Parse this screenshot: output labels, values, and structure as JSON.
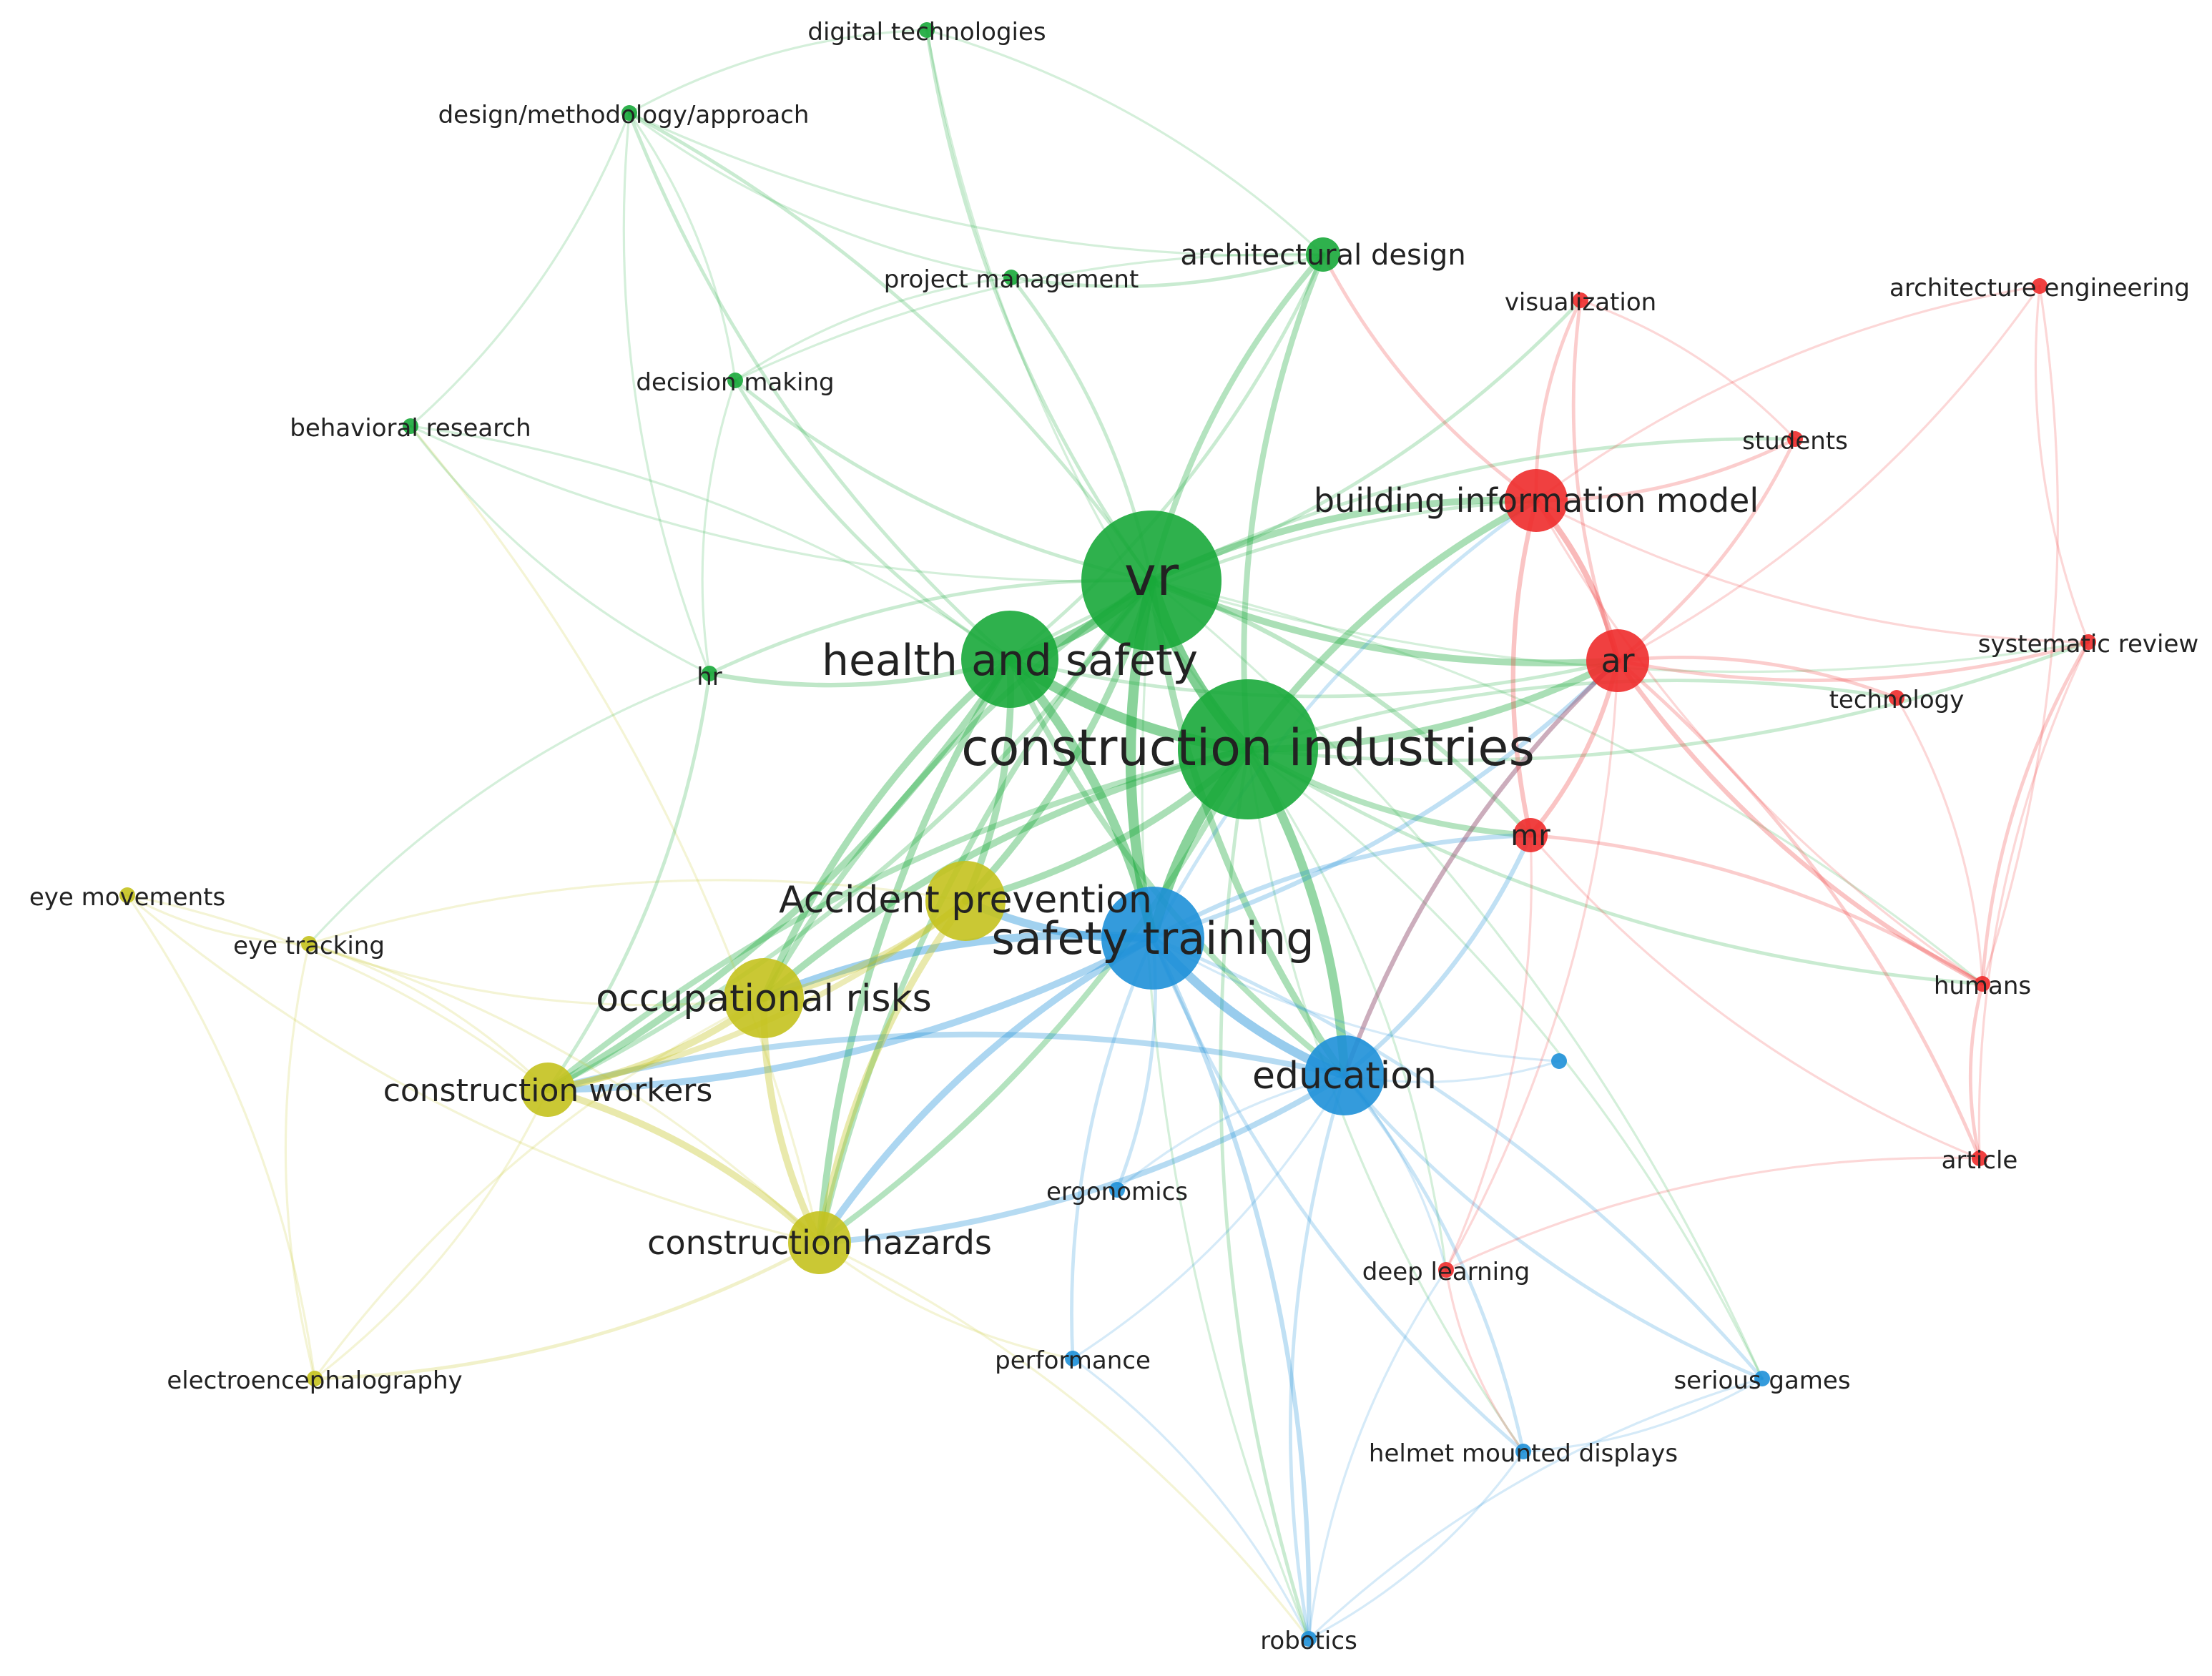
{
  "clusters": {
    "green": "#18a83a",
    "red": "#ee2b2b",
    "blue": "#1e90d8",
    "yellow": "#c4c21e"
  },
  "nodes": [
    {
      "id": "vr",
      "label": "vr",
      "cluster": "green",
      "weight": 10
    },
    {
      "id": "health-and-safety",
      "label": "health and safety",
      "cluster": "green",
      "weight": 7
    },
    {
      "id": "construction-industries",
      "label": "construction industries",
      "cluster": "green",
      "weight": 10
    },
    {
      "id": "hr",
      "label": "hr",
      "cluster": "green",
      "weight": 1
    },
    {
      "id": "digital-technologies",
      "label": "digital technologies",
      "cluster": "green",
      "weight": 1
    },
    {
      "id": "design-methodology-approach",
      "label": "design/methodology/approach",
      "cluster": "green",
      "weight": 1
    },
    {
      "id": "project-management",
      "label": "project management",
      "cluster": "green",
      "weight": 1
    },
    {
      "id": "architectural-design",
      "label": "architectural design",
      "cluster": "green",
      "weight": 2
    },
    {
      "id": "decision-making",
      "label": "decision making",
      "cluster": "green",
      "weight": 1
    },
    {
      "id": "behavioral-research",
      "label": "behavioral research",
      "cluster": "green",
      "weight": 1
    },
    {
      "id": "building-information-model",
      "label": "building information model",
      "cluster": "red",
      "weight": 4
    },
    {
      "id": "ar",
      "label": "ar",
      "cluster": "red",
      "weight": 4
    },
    {
      "id": "mr",
      "label": "mr",
      "cluster": "red",
      "weight": 2
    },
    {
      "id": "visualization",
      "label": "visualization",
      "cluster": "red",
      "weight": 1
    },
    {
      "id": "architecture-engineering",
      "label": "architecture engineering",
      "cluster": "red",
      "weight": 1
    },
    {
      "id": "students",
      "label": "students",
      "cluster": "red",
      "weight": 1
    },
    {
      "id": "systematic-review",
      "label": "systematic review",
      "cluster": "red",
      "weight": 1
    },
    {
      "id": "technology",
      "label": "technology",
      "cluster": "red",
      "weight": 1
    },
    {
      "id": "humans",
      "label": "humans",
      "cluster": "red",
      "weight": 1
    },
    {
      "id": "article",
      "label": "article",
      "cluster": "red",
      "weight": 1
    },
    {
      "id": "deep-learning",
      "label": "deep learning",
      "cluster": "red",
      "weight": 1
    },
    {
      "id": "safety-training",
      "label": "safety training",
      "cluster": "blue",
      "weight": 9
    },
    {
      "id": "education",
      "label": "education",
      "cluster": "blue",
      "weight": 5
    },
    {
      "id": "ergonomics",
      "label": "ergonomics",
      "cluster": "blue",
      "weight": 1
    },
    {
      "id": "performance",
      "label": "performance",
      "cluster": "blue",
      "weight": 1
    },
    {
      "id": "serious-games",
      "label": "serious games",
      "cluster": "blue",
      "weight": 1
    },
    {
      "id": "helmet-mounted-displays",
      "label": "helmet mounted displays",
      "cluster": "blue",
      "weight": 1
    },
    {
      "id": "robotics",
      "label": "robotics",
      "cluster": "blue",
      "weight": 1
    },
    {
      "id": "blue-unlabeled",
      "label": "",
      "cluster": "blue",
      "weight": 1
    },
    {
      "id": "accident-prevention",
      "label": "Accident prevention",
      "cluster": "yellow",
      "weight": 5
    },
    {
      "id": "occupational-risks",
      "label": "occupational risks",
      "cluster": "yellow",
      "weight": 5
    },
    {
      "id": "construction-workers",
      "label": "construction workers",
      "cluster": "yellow",
      "weight": 3
    },
    {
      "id": "construction-hazards",
      "label": "construction hazards",
      "cluster": "yellow",
      "weight": 4
    },
    {
      "id": "eye-movements",
      "label": "eye movements",
      "cluster": "yellow",
      "weight": 1
    },
    {
      "id": "eye-tracking",
      "label": "eye tracking",
      "cluster": "yellow",
      "weight": 1
    },
    {
      "id": "electroencephalography",
      "label": "electroencephalography",
      "cluster": "yellow",
      "weight": 1
    }
  ],
  "edges": [
    [
      "vr",
      "construction-industries",
      10
    ],
    [
      "vr",
      "health-and-safety",
      9
    ],
    [
      "vr",
      "safety-training",
      9
    ],
    [
      "vr",
      "building-information-model",
      6
    ],
    [
      "vr",
      "ar",
      6
    ],
    [
      "vr",
      "architectural-design",
      5
    ],
    [
      "vr",
      "education",
      6
    ],
    [
      "vr",
      "accident-prevention",
      6
    ],
    [
      "vr",
      "occupational-risks",
      5
    ],
    [
      "vr",
      "construction-workers",
      4
    ],
    [
      "vr",
      "construction-hazards",
      5
    ],
    [
      "vr",
      "mr",
      4
    ],
    [
      "vr",
      "project-management",
      3
    ],
    [
      "vr",
      "decision-making",
      3
    ],
    [
      "vr",
      "design-methodology-approach",
      3
    ],
    [
      "vr",
      "digital-technologies",
      3
    ],
    [
      "vr",
      "hr",
      3
    ],
    [
      "vr",
      "behavioral-research",
      2
    ],
    [
      "vr",
      "visualization",
      3
    ],
    [
      "vr",
      "students",
      3
    ],
    [
      "vr",
      "systematic-review",
      2
    ],
    [
      "vr",
      "humans",
      2
    ],
    [
      "vr",
      "robotics",
      2
    ],
    [
      "vr",
      "serious-games",
      2
    ],
    [
      "health-and-safety",
      "construction-industries",
      9
    ],
    [
      "health-and-safety",
      "safety-training",
      8
    ],
    [
      "health-and-safety",
      "occupational-risks",
      6
    ],
    [
      "health-and-safety",
      "construction-workers",
      6
    ],
    [
      "health-and-safety",
      "construction-hazards",
      6
    ],
    [
      "health-and-safety",
      "accident-prevention",
      6
    ],
    [
      "health-and-safety",
      "education",
      5
    ],
    [
      "health-and-safety",
      "hr",
      4
    ],
    [
      "health-and-safety",
      "architectural-design",
      3
    ],
    [
      "health-and-safety",
      "decision-making",
      3
    ],
    [
      "health-and-safety",
      "behavioral-research",
      2
    ],
    [
      "health-and-safety",
      "design-methodology-approach",
      3
    ],
    [
      "health-and-safety",
      "ar",
      3
    ],
    [
      "health-and-safety",
      "building-information-model",
      3
    ],
    [
      "construction-industries",
      "safety-training",
      9
    ],
    [
      "construction-industries",
      "education",
      8
    ],
    [
      "construction-industries",
      "ar",
      6
    ],
    [
      "construction-industries",
      "building-information-model",
      6
    ],
    [
      "construction-industries",
      "mr",
      5
    ],
    [
      "construction-industries",
      "accident-prevention",
      6
    ],
    [
      "construction-industries",
      "occupational-risks",
      6
    ],
    [
      "construction-industries",
      "construction-hazards",
      5
    ],
    [
      "construction-industries",
      "construction-workers",
      5
    ],
    [
      "construction-industries",
      "architectural-design",
      5
    ],
    [
      "construction-industries",
      "humans",
      3
    ],
    [
      "construction-industries",
      "technology",
      3
    ],
    [
      "construction-industries",
      "systematic-review",
      3
    ],
    [
      "construction-industries",
      "deep-learning",
      2
    ],
    [
      "construction-industries",
      "helmet-mounted-displays",
      2
    ],
    [
      "construction-industries",
      "serious-games",
      2
    ],
    [
      "construction-industries",
      "robotics",
      3
    ],
    [
      "construction-industries",
      "digital-technologies",
      2
    ],
    [
      "safety-training",
      "education",
      8
    ],
    [
      "safety-training",
      "accident-prevention",
      7
    ],
    [
      "safety-training",
      "occupational-risks",
      7
    ],
    [
      "safety-training",
      "construction-workers",
      6
    ],
    [
      "safety-training",
      "construction-hazards",
      6
    ],
    [
      "safety-training",
      "mr",
      4
    ],
    [
      "safety-training",
      "ar",
      4
    ],
    [
      "safety-training",
      "ergonomics",
      3
    ],
    [
      "safety-training",
      "performance",
      3
    ],
    [
      "safety-training",
      "robotics",
      4
    ],
    [
      "safety-training",
      "helmet-mounted-displays",
      3
    ],
    [
      "safety-training",
      "serious-games",
      3
    ],
    [
      "safety-training",
      "blue-unlabeled",
      2
    ],
    [
      "safety-training",
      "building-information-model",
      3
    ],
    [
      "education",
      "construction-workers",
      5
    ],
    [
      "education",
      "construction-hazards",
      5
    ],
    [
      "education",
      "mr",
      4
    ],
    [
      "education",
      "ar",
      4
    ],
    [
      "education",
      "serious-games",
      3
    ],
    [
      "education",
      "helmet-mounted-displays",
      3
    ],
    [
      "education",
      "robotics",
      3
    ],
    [
      "education",
      "deep-learning",
      2
    ],
    [
      "education",
      "ergonomics",
      2
    ],
    [
      "education",
      "performance",
      2
    ],
    [
      "education",
      "blue-unlabeled",
      2
    ],
    [
      "accident-prevention",
      "occupational-risks",
      6
    ],
    [
      "accident-prevention",
      "construction-hazards",
      6
    ],
    [
      "accident-prevention",
      "construction-workers",
      5
    ],
    [
      "accident-prevention",
      "eye-tracking",
      2
    ],
    [
      "occupational-risks",
      "construction-workers",
      6
    ],
    [
      "occupational-risks",
      "construction-hazards",
      6
    ],
    [
      "occupational-risks",
      "eye-tracking",
      2
    ],
    [
      "occupational-risks",
      "electroencephalography",
      2
    ],
    [
      "construction-workers",
      "construction-hazards",
      6
    ],
    [
      "construction-workers",
      "eye-movements",
      2
    ],
    [
      "construction-workers",
      "electroencephalography",
      2
    ],
    [
      "construction-workers",
      "eye-tracking",
      2
    ],
    [
      "construction-hazards",
      "electroencephalography",
      3
    ],
    [
      "construction-hazards",
      "eye-tracking",
      2
    ],
    [
      "construction-hazards",
      "robotics",
      2
    ],
    [
      "construction-hazards",
      "performance",
      2
    ],
    [
      "construction-hazards",
      "eye-movements",
      2
    ],
    [
      "construction-hazards",
      "behavioral-research",
      2
    ],
    [
      "building-information-model",
      "ar",
      5
    ],
    [
      "building-information-model",
      "mr",
      4
    ],
    [
      "building-information-model",
      "visualization",
      3
    ],
    [
      "building-information-model",
      "students",
      3
    ],
    [
      "building-information-model",
      "architecture-engineering",
      2
    ],
    [
      "building-information-model",
      "systematic-review",
      2
    ],
    [
      "building-information-model",
      "architectural-design",
      3
    ],
    [
      "building-information-model",
      "humans",
      2
    ],
    [
      "ar",
      "mr",
      4
    ],
    [
      "ar",
      "humans",
      4
    ],
    [
      "ar",
      "article",
      3
    ],
    [
      "ar",
      "systematic-review",
      3
    ],
    [
      "ar",
      "technology",
      3
    ],
    [
      "ar",
      "students",
      3
    ],
    [
      "ar",
      "visualization",
      3
    ],
    [
      "ar",
      "architecture-engineering",
      2
    ],
    [
      "ar",
      "deep-learning",
      2
    ],
    [
      "ar",
      "education",
      4
    ],
    [
      "mr",
      "humans",
      3
    ],
    [
      "mr",
      "article",
      2
    ],
    [
      "mr",
      "deep-learning",
      2
    ],
    [
      "humans",
      "article",
      3
    ],
    [
      "humans",
      "systematic-review",
      3
    ],
    [
      "humans",
      "architecture-engineering",
      2
    ],
    [
      "article",
      "systematic-review",
      2
    ],
    [
      "article",
      "deep-learning",
      2
    ],
    [
      "systematic-review",
      "architecture-engineering",
      2
    ],
    [
      "students",
      "visualization",
      2
    ],
    [
      "architectural-design",
      "project-management",
      3
    ],
    [
      "architectural-design",
      "digital-technologies",
      2
    ],
    [
      "architectural-design",
      "design-methodology-approach",
      2
    ],
    [
      "architectural-design",
      "decision-making",
      2
    ],
    [
      "design-methodology-approach",
      "digital-technologies",
      2
    ],
    [
      "design-methodology-approach",
      "project-management",
      2
    ],
    [
      "design-methodology-approach",
      "decision-making",
      2
    ],
    [
      "design-methodology-approach",
      "hr",
      2
    ],
    [
      "design-methodology-approach",
      "behavioral-research",
      2
    ],
    [
      "project-management",
      "decision-making",
      2
    ],
    [
      "hr",
      "behavioral-research",
      2
    ],
    [
      "hr",
      "eye-tracking",
      2
    ],
    [
      "hr",
      "construction-workers",
      3
    ],
    [
      "decision-making",
      "hr",
      2
    ],
    [
      "serious-games",
      "helmet-mounted-displays",
      2
    ],
    [
      "serious-games",
      "robotics",
      2
    ],
    [
      "helmet-mounted-displays",
      "robotics",
      2
    ],
    [
      "robotics",
      "performance",
      2
    ],
    [
      "robotics",
      "deep-learning",
      2
    ],
    [
      "eye-movements",
      "eye-tracking",
      2
    ],
    [
      "electroencephalography",
      "eye-tracking",
      2
    ],
    [
      "electroencephalography",
      "eye-movements",
      2
    ],
    [
      "technology",
      "humans",
      2
    ],
    [
      "deep-learning",
      "helmet-mounted-displays",
      2
    ]
  ]
}
